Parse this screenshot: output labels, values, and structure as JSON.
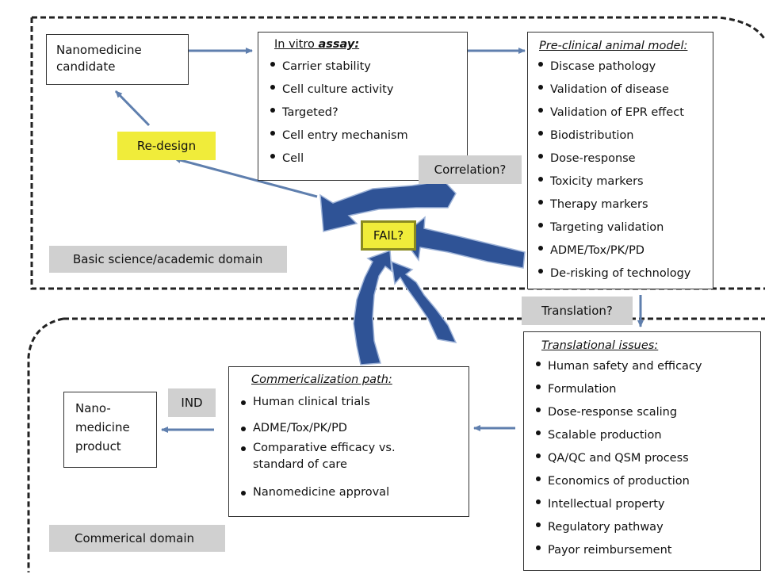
{
  "colors": {
    "arrow_blue": "#2f5396",
    "thin_arrow": "#5f7fae",
    "label_grey": "#d0d0d0",
    "label_yellow": "#f0ec3a",
    "border_dashed": "#222222"
  },
  "candidate": {
    "text": "Nanomedicine candidate"
  },
  "invitro": {
    "heading_prefix": "In vitro ",
    "heading_italic": "assay:",
    "items": [
      "Carrier stability",
      "Cell culture activity",
      "Targeted?",
      "Cell entry mechanism",
      "Cell"
    ]
  },
  "preclinical": {
    "heading": "Pre-clinical animal model:",
    "items": [
      "Discase pathology",
      "Validation of disease",
      "Validation of EPR effect",
      "Biodistribution",
      "Dose-response",
      "Toxicity markers",
      "Therapy markers",
      "Targeting validation",
      "ADME/Tox/PK/PD",
      "De-risking of technology"
    ]
  },
  "labels": {
    "redesign": "Re-design",
    "correlation": "Correlation?",
    "fail": "FAIL?",
    "basic": "Basic science/academic domain",
    "translation": "Translation?",
    "ind": "IND",
    "commercial": "Commerical domain"
  },
  "translational": {
    "heading": "Translational issues:",
    "items": [
      "Human safety and efficacy",
      "Formulation",
      "Dose-response scaling",
      "Scalable production",
      "QA/QC and QSM process",
      "Economics of production",
      "Intellectual property",
      "Regulatory pathway",
      "Payor reimbursement"
    ]
  },
  "commercialization": {
    "heading": "Commericalization path:",
    "items": [
      "Human clinical trials",
      "ADME/Tox/PK/PD",
      "Comparative efficacy vs. standard of care",
      "Nanomedicine approval"
    ]
  },
  "product": {
    "text": "Nano-medicine product"
  }
}
